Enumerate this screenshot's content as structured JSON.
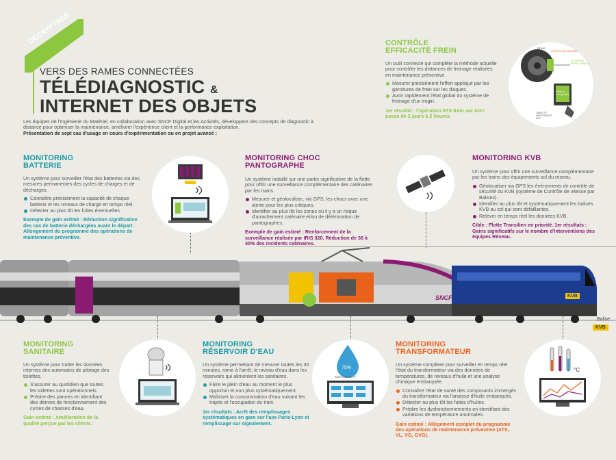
{
  "banner": {
    "tag": "DÉCRYPTAGE"
  },
  "header": {
    "kicker": "VERS DES RAMES CONNECTÉES",
    "title_line1": "TÉLÉDIAGNOSTIC",
    "title_amp": "&",
    "title_line2": "INTERNET DES OBJETS",
    "intro": "Les équipes de l'Ingénierie du Matériel, en collaboration avec SNCF Digital et les Activités, développent des concepts de diagnostic à distance pour optimiser la maintenance, améliorer l'expérience client et la performance exploitation.",
    "intro_bold": "Présentation de sept cas d'usage en cours d'expérimentation ou en projet avancé :"
  },
  "frein": {
    "title1": "CONTRÔLE",
    "title2": "EFFICACITÉ FREIN",
    "desc": "Un outil connecté qui complète la méthode actuelle pour contrôler les distances de freinage réalisées en maintenance préventive.",
    "bullets": [
      "Mesurer précisément l'effort appliqué par les garnitures de frein sur les disques.",
      "Avoir rapidement l'état global du système de freinage d'un engin."
    ],
    "result": "1er résultat : l'opération ATS frein sur AGC passe de 2 jours à 2 heures.",
    "illus": {
      "roue": "ROUE",
      "capteur": "CAPTEUR DE MESURE",
      "etudier": "ÉTUDIER DE FROM À ADAM LE",
      "effort": "Effort de serrage (kN)",
      "tablette": "TABLETTE MAINTENANCE AGC"
    }
  },
  "batterie": {
    "title1": "MONITORING",
    "title2": "BATTERIE",
    "desc": "Un système pour surveiller l'état des batteries via des mesures permanentes des cycles de charges et de décharges.",
    "bullets": [
      "Connaître précisément la capacité de chaque batterie et les niveaux de charge en temps réel.",
      "Détecter au plus tôt les fuites éventuelles."
    ],
    "result": "Exemple de gain estimé : Réduction significative des cas de batterie déchargées avant le départ. Allongement du programme des opérations de maintenance préventive."
  },
  "pantographe": {
    "title": "MONITORING CHOC PANTOGRAPHE",
    "desc": "Un système installé sur une partie significative de la flotte pour offrir une surveillance complémentaire des caténaires par les trains.",
    "bullets": [
      "Mesurer et géolocaliser, via GPS, les chocs avec une alerte pour les plus critiques.",
      "Identifier au plus tôt les zones où il y a un risque d'arrachement caténaire et/ou de détérioration de pantographes."
    ],
    "result": "Exemple de gain estimé : Renforcement de la surveillance réalisée par IRIS 320. Réduction de 30 à 40% des incidents caténaires."
  },
  "kvb": {
    "title": "MONITORING KVB",
    "desc": "Un système pour offrir une surveillance complémentaire par les trains des équipements sol du réseau.",
    "bullets": [
      "Géolocaliser via GPS les événements de contrôle de sécurité du KVB (système de Contrôle de vitesse par Balises).",
      "Identifier au plus tôt et systématiquement les balises KVB au sol qui sont défaillantes.",
      "Relever en temps réel les données KVB."
    ],
    "result": "Cible : Flotte Transilien en priorité. 1er résultats : Gains significatifs sur le nombre d'interventions des équipes Réseau."
  },
  "train": {
    "brand": "SNCF",
    "kvb_label": "KVB",
    "balise_label": "Balise",
    "balise_kvb": "KVB"
  },
  "sanitaire": {
    "title1": "MONITORING",
    "title2": "SANITAIRE",
    "desc": "Un système pour traiter les données internes des automates de pilotage des toilettes.",
    "bullets": [
      "S'assurer au quotidien que toutes les toilettes sont opérationnels.",
      "Prédire des pannes en identifiant des dérives de fonctionnement des cycles de chasses d'eau."
    ],
    "result": "Gain estimé : Amélioration de la qualité perçue par les clients."
  },
  "reservoir": {
    "title1": "MONITORING",
    "title2": "RÉSERVOIR D'EAU",
    "desc": "Un système permettant de mesurer toutes les 30 minutes, rame à l'arrêt, le niveau d'eau dans les réservoirs qui alimentent les sanitaires.",
    "bullets": [
      "Faire le plein d'eau au moment le plus opportun et non plus systématiquement.",
      "Maîtriser la consommation d'eau suivant les trajets et l'occupation du train."
    ],
    "result": "1er résultats : Arrêt des remplissages systématiques en gare sur l'axe Paris-Lyon et remplissage sur signalement.",
    "drop_pct": "75%",
    "drop_caption": "Toilette réservoir N°7"
  },
  "transfo": {
    "title1": "MONITORING",
    "title2": "TRANSFORMATEUR",
    "desc": "Un système complexe pour surveiller en temps réel l'état du transformateur via des données de températures, de niveaux d'huile et une analyse chimique embarquée.",
    "bullets": [
      "Connaître l'état de santé des composants immergés du transformateur via l'analyse d'huile embarquée.",
      "Détecter au plus tôt les fuites d'huiles.",
      "Prédire les dysfonctionnements en identifiant des variations de température anormales."
    ],
    "result": "Gain estimé : Allègement complet du programme des opérations de maintenance préventive (ATS, VL, VG, GVG).",
    "temp_unit": "°C"
  },
  "colors": {
    "teal": "#1a9aa6",
    "green": "#8dc63f",
    "purple": "#8b1b72",
    "orange": "#e8621a",
    "kvb_blue": "#1c3d8f",
    "yellow": "#f2c200"
  }
}
